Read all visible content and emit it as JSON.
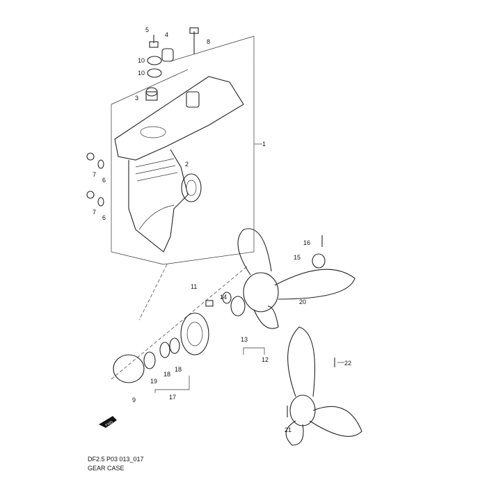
{
  "diagram": {
    "code": "DF2.5 P03 013_017",
    "title": "GEAR CASE",
    "fwd_arrow": "FWD",
    "callouts": {
      "c1": "1",
      "c2": "2",
      "c3": "3",
      "c4": "4",
      "c5": "5",
      "c6a": "6",
      "c6b": "6",
      "c7a": "7",
      "c7b": "7",
      "c8": "8",
      "c9": "9",
      "c10a": "10",
      "c10b": "10",
      "c11": "11",
      "c12": "12",
      "c13": "13",
      "c14": "14",
      "c15": "15",
      "c16": "16",
      "c17": "17",
      "c18a": "18",
      "c18b": "18",
      "c19": "19",
      "c20": "20",
      "c21": "21",
      "c22": "22"
    }
  }
}
